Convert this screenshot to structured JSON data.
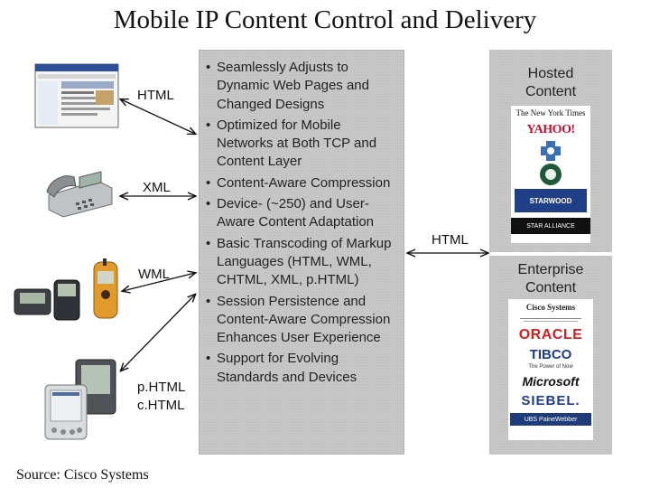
{
  "title": "Mobile IP Content Control and Delivery",
  "source": "Source: Cisco Systems",
  "devices": [
    {
      "label": "HTML",
      "icon": "browser-window-icon"
    },
    {
      "label": "XML",
      "icon": "ip-phone-icon"
    },
    {
      "label": "WML",
      "icon": "mobile-phones-icon"
    },
    {
      "label": "p.HTML",
      "label2": "c.HTML",
      "icon": "pda-devices-icon"
    }
  ],
  "features": [
    "Seamlessly Adjusts to Dynamic Web Pages and Changed Designs",
    "Optimized for Mobile Networks at Both TCP and Content Layer",
    "Content-Aware Compression",
    "Device- (~250) and User-Aware Content Adaptation",
    "Basic Transcoding of Markup Languages (HTML, WML, CHTML, XML, p.HTML)",
    "Session Persistence and Content-Aware Compression Enhances User Experience",
    "Support for Evolving Standards and Devices"
  ],
  "link_label": "HTML",
  "hosted": {
    "title_line1": "Hosted",
    "title_line2": "Content",
    "logos": [
      "The New York Times",
      "YAHOO!",
      "STARWOOD",
      "STAR ALLIANCE"
    ]
  },
  "enterprise": {
    "title_line1": "Enterprise",
    "title_line2": "Content",
    "logos": [
      "Cisco Systems",
      "ORACLE",
      "TIBCO",
      "The Power of Now",
      "Microsoft",
      "SIEBEL.",
      "UBS PaineWebber"
    ]
  }
}
